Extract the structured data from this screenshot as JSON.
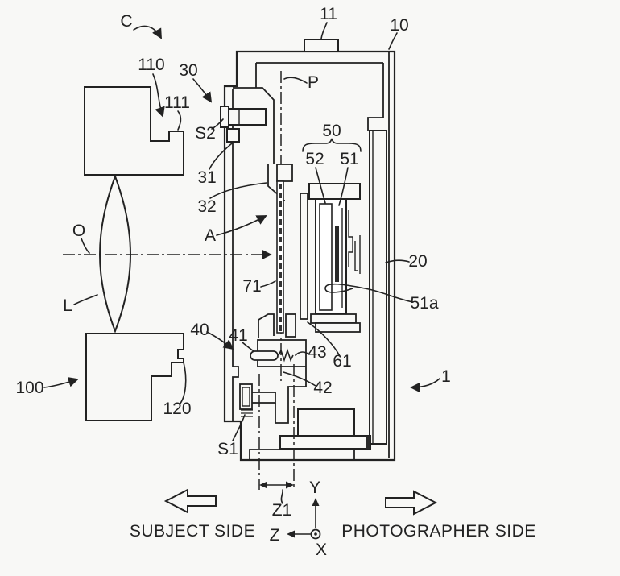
{
  "figure": {
    "kind": "patent cross-section diagram of camera and interchangeable lens",
    "colors": {
      "ink": "#222222",
      "paper": "#f8f8f6",
      "chip": "#2a2a2a"
    },
    "labels": {
      "c": "C",
      "n110": "110",
      "n111": "111",
      "n30": "30",
      "s2": "S2",
      "n31": "31",
      "n32": "32",
      "a": "A",
      "o": "O",
      "l": "L",
      "n100": "100",
      "n120": "120",
      "n40": "40",
      "n41": "41",
      "n43": "43",
      "n42": "42",
      "n61": "61",
      "s1": "S1",
      "n71": "71",
      "n11": "11",
      "n10": "10",
      "p": "P",
      "n50": "50",
      "n52": "52",
      "n51": "51",
      "n20": "20",
      "n51a": "51a",
      "n1": "1"
    },
    "dimension_label": "Z1",
    "axis_labels": {
      "up": "Y",
      "left": "Z",
      "out": "X"
    },
    "captions": {
      "left": "SUBJECT SIDE",
      "right": "PHOTOGRAPHER SIDE"
    }
  }
}
